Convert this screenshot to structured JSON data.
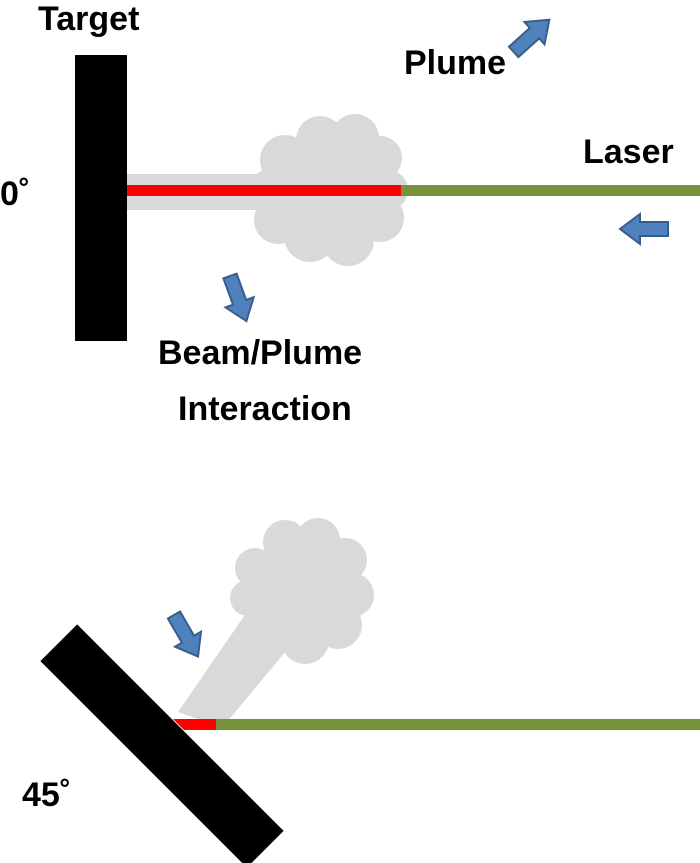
{
  "labels": {
    "target": "Target",
    "plume": "Plume",
    "laser": "Laser",
    "angle_0": "0˚",
    "interaction_line1": "Beam/Plume",
    "interaction_line2": "Interaction",
    "angle_45": "45˚"
  },
  "colors": {
    "target": "#000000",
    "plume": "#d9d9d9",
    "laser_beam": "#76923c",
    "interaction_beam": "#ff0000",
    "arrow_fill": "#4f81bd",
    "arrow_stroke": "#385d8a"
  },
  "icons": {
    "arrow": "block-arrow"
  }
}
